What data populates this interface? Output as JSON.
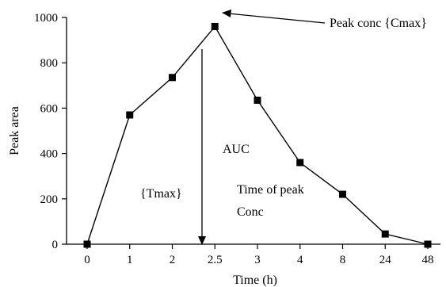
{
  "chart_data": {
    "type": "line",
    "title": "",
    "xlabel": "Time (h)",
    "ylabel": "Peak area",
    "categories": [
      "0",
      "1",
      "2",
      "2.5",
      "3",
      "4",
      "8",
      "24",
      "48"
    ],
    "series": [
      {
        "name": "",
        "points": [
          {
            "x": "0",
            "y": 0
          },
          {
            "x": "1",
            "y": 570
          },
          {
            "x": "2",
            "y": 735
          },
          {
            "x": "2.5",
            "y": 960
          },
          {
            "x": "3",
            "y": 635
          },
          {
            "x": "4",
            "y": 360
          },
          {
            "x": "8",
            "y": 220
          },
          {
            "x": "24",
            "y": 45
          },
          {
            "x": "48",
            "y": 0
          }
        ]
      }
    ],
    "ylim": [
      0,
      1000
    ],
    "yticks": [
      0,
      200,
      400,
      600,
      800,
      1000
    ],
    "grid": false,
    "marker": "square",
    "line_color": "#000000",
    "annotations": {
      "peak_conc": "Peak conc {Cmax}",
      "auc": "AUC",
      "tmax": "{Tmax}",
      "time_of_peak_line1": "Time of peak",
      "time_of_peak_line2": "Conc"
    }
  }
}
